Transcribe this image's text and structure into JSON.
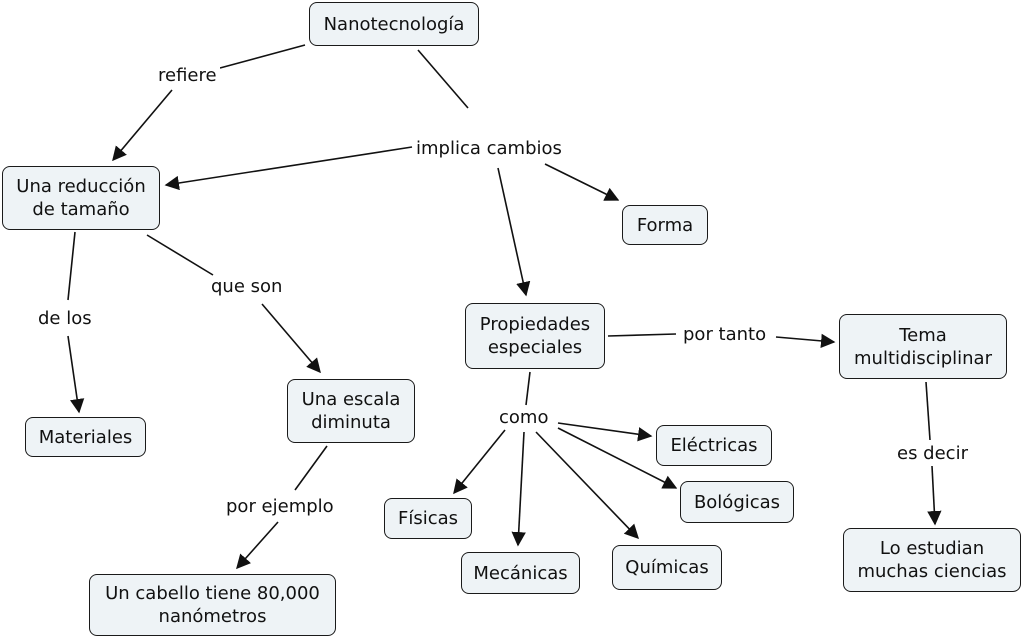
{
  "nodes": {
    "nanotecnologia": "Nanotecnología",
    "reduccion": "Una reducción\nde tamaño",
    "forma": "Forma",
    "propiedades": "Propiedades\nespeciales",
    "tema": "Tema\nmultidisciplinar",
    "materiales": "Materiales",
    "escala": "Una escala\ndiminuta",
    "electricas": "Eléctricas",
    "biologicas": "Bológicas",
    "fisicas": "Físicas",
    "mecanicas": "Mecánicas",
    "quimicas": "Químicas",
    "estudian": "Lo estudian\nmuchas ciencias",
    "cabello": "Un cabello tiene 80,000\nnanómetros"
  },
  "links": {
    "refiere": "refiere",
    "implica": "implica cambios",
    "de_los": "de los",
    "que_son": "que son",
    "por_tanto": "por tanto",
    "como": "como",
    "es_decir": "es decir",
    "por_ejemplo": "por ejemplo"
  }
}
